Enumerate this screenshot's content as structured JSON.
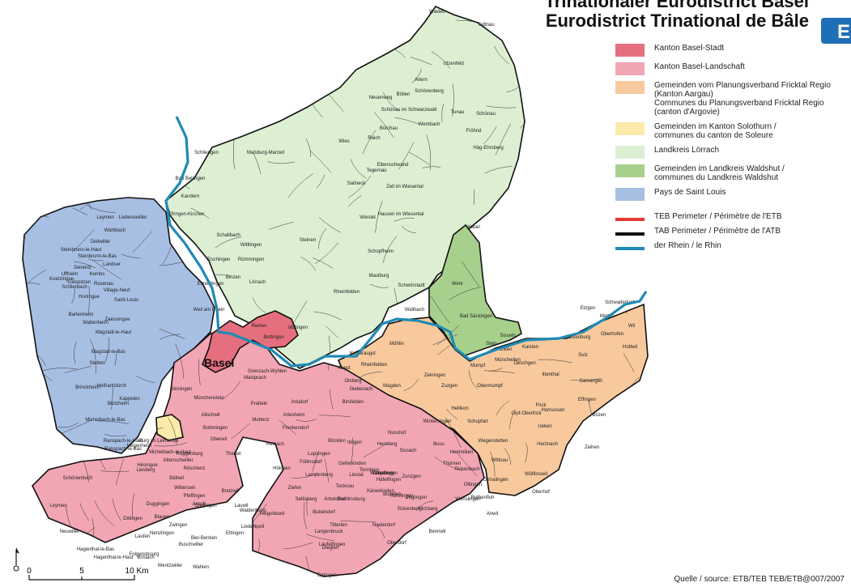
{
  "title_line1": "Trinationaler Eurodistrict Basel",
  "title_line2": "Eurodistrict Trinational de  Bâle",
  "logo_icon": "etb-logo-icon",
  "colors": {
    "basel_stadt": "#e56f7e",
    "basel_landschaft": "#f2a6b3",
    "fricktal": "#f7c99d",
    "solothurn": "#fbeaaa",
    "loerrach": "#dcefd2",
    "waldshut": "#a8d08d",
    "saint_louis": "#a8bfe4",
    "teb_line": "#e53935",
    "tab_line": "#111111",
    "rhine": "#1f8ab4"
  },
  "legend": [
    {
      "label": "Kanton Basel-Stadt",
      "color": "#e56f7e",
      "kind": "swatch"
    },
    {
      "label": "Kanton Basel-Landschaft",
      "color": "#f2a6b3",
      "kind": "swatch"
    },
    {
      "label": "Gemeinden vom Planungsverband Fricktal Regio\n(Kanton Aargau)\nCommunes du Planungsverband Fricktal Regio\n(canton d'Argovie)",
      "color": "#f7c99d",
      "kind": "swatch"
    },
    {
      "label": "Gemeinden im Kanton Solothurn /\ncommunes du canton de Soleure",
      "color": "#fbeaaa",
      "kind": "swatch"
    },
    {
      "label": "Landkreis Lörrach",
      "color": "#dcefd2",
      "kind": "swatch"
    },
    {
      "label": "Gemeinden im Landkreis Waldshut /\ncommunes du Landkreis Waldshut",
      "color": "#a8d08d",
      "kind": "swatch"
    },
    {
      "label": "Pays de Saint Louis",
      "color": "#a8bfe4",
      "kind": "swatch"
    },
    {
      "label": "TEB Perimeter / Périmètre de l'ETB",
      "color": "#e53935",
      "kind": "line"
    },
    {
      "label": "TAB Perimeter / Périmètre  de l'ATB",
      "color": "#111111",
      "kind": "line"
    },
    {
      "label": "der Rhein / le Rhin",
      "color": "#1f8ab4",
      "kind": "line"
    }
  ],
  "basel_label": "Basel",
  "scale": {
    "labels": [
      "0",
      "5",
      "10 Km"
    ],
    "north_icon": "north-arrow-icon"
  },
  "source": "Quelle / source: ETB/TEB    TEB/ETB@007/2007",
  "places": [
    "Wieden",
    "Todtnau",
    "Utzenfeld",
    "Aitern",
    "Böllen",
    "Schönenberg",
    "Neuenweg",
    "Schönau im Schwarzwald",
    "Tunau",
    "Schönau",
    "Wembach",
    "Fröhnd",
    "Bürchau",
    "Raich",
    "Häg-Ehrsberg",
    "Schliengen",
    "Malsburg-Marzell",
    "Wies",
    "Tegernau",
    "Elbenschwand",
    "Sallneck",
    "Zell im Wiesental",
    "Bad Bellingen",
    "Kandern",
    "Wieslet",
    "Hausen im Wiesental",
    "Hasel",
    "Efringen-Kirchen",
    "Schallbach",
    "Wittlingen",
    "Fischingen",
    "Rümmingen",
    "Steinen",
    "Schopfheim",
    "Binzen",
    "Lörrach",
    "Eimeldingen",
    "Maulburg",
    "Wehr",
    "Rheinfelden",
    "Schwörstadt",
    "Weil am Rhein",
    "Riehen",
    "Inzlingen",
    "Bettingen",
    "Wallbach",
    "Bad Säckingen",
    "Möhlin",
    "Etzgen",
    "Mettau",
    "Schwaderloch",
    "Wil",
    "Oberhofen",
    "Laufenburg",
    "Hottwil",
    "Sisseln",
    "Kaisten",
    "Sulz",
    "Gansingen",
    "Eiken",
    "Stein",
    "Münchwilen",
    "Mumpf",
    "Zeiningen",
    "Oeschgen",
    "Ittenthal",
    "Zuzgen",
    "Obermumpf",
    "Hellikon",
    "Frick",
    "Effingen",
    "Hornussen",
    "Bözen",
    "Schupfart",
    "Gipf-Oberfrick",
    "Wegenstetten",
    "Ueken",
    "Herznach",
    "Zeihen",
    "Wittnau",
    "Wölflinswil",
    "Oberhof",
    "Kaiseraugst",
    "Grenzach-Wyhlen",
    "Rheinfelden",
    "Olsberg",
    "Augst",
    "Giebenach",
    "Magden",
    "Maisprach",
    "Birsfelden",
    "Arisdorf",
    "Pratteln",
    "Muttenz",
    "Münchenstein",
    "Binningen",
    "Allschwil",
    "Bottmingen",
    "Oberwil",
    "Therwil",
    "Reinach",
    "Arlesheim",
    "Frenkendorf",
    "Füllinsdorf",
    "Liestal",
    "Lausen",
    "Itingen",
    "Hersberg",
    "Nusshof",
    "Wintersingen",
    "Buus",
    "Rickenbach",
    "Hemmiken",
    "Ormalingen",
    "Rothenfluh",
    "Anwil",
    "Wenslingen",
    "Oltingen",
    "Zeglingen",
    "Kilchberg",
    "Rünenberg",
    "Rümlingen",
    "Häfelfingen",
    "Buckten",
    "Känerkinden",
    "Wittinsburg",
    "Tenniken",
    "Diepflingen",
    "Zunzgen",
    "Thürnen",
    "Sissach",
    "Böckten",
    "Gelterkinden",
    "Tecknau",
    "Ramlinsburg",
    "Bubendorf",
    "Lampenberg",
    "Hölstein",
    "Lupsingen",
    "Seltisberg",
    "Ziefen",
    "Arboldswil",
    "Titterten",
    "Niederdorf",
    "Oberdorf",
    "Bennwil",
    "Diegten",
    "Eptingen",
    "Läufelfingen",
    "Langenbruck",
    "Waldenburg",
    "Liedertswil",
    "Reigoldswil",
    "Bretzwil",
    "Lauwil",
    "Ettingen",
    "Aesch",
    "Pfeffingen",
    "Duggingen",
    "Grellingen",
    "Blauen",
    "Zwingen",
    "Nenzlingen",
    "Dittingen",
    "Laufen",
    "Brislach",
    "Burg im Leimental",
    "Roggenburg",
    "Röschenz",
    "Liesberg",
    "Wahlen",
    "Biel-Benken",
    "Bättwil",
    "Witterswil",
    "Leymen",
    "Neuwiller",
    "Schönenbuch",
    "Hagenthal-le-Bas",
    "Hagenthal-le-Haut",
    "Folgensbourg",
    "Wentzwiller",
    "Buschwiller",
    "Michelbach-le-Haut",
    "Attenschwiller",
    "Hésingue",
    "Hégenheim",
    "Ranspach-le-Bas",
    "Ranspach-le-Haut",
    "Michelbach-le-Bas",
    "Blotzheim",
    "Kappelen",
    "Helfrantzkirch",
    "Brinckheim",
    "Stetten",
    "Magstatt-le-Bas",
    "Magstatt-le-Haut",
    "Zaessingue",
    "Waltenheim",
    "Bartenheim",
    "Saint-Louis",
    "Village-Neuf",
    "Huningue",
    "Rosenau",
    "Kembs",
    "Sierentz",
    "Uffheim",
    "Koetzingue",
    "Schlierbach",
    "Geispitzen",
    "Landser",
    "Steinbrunn-le-Bas",
    "Steinbrunn-le-Haut",
    "Dietwiller",
    "Wahlbach",
    "Leymen",
    "Liebenswiller"
  ]
}
